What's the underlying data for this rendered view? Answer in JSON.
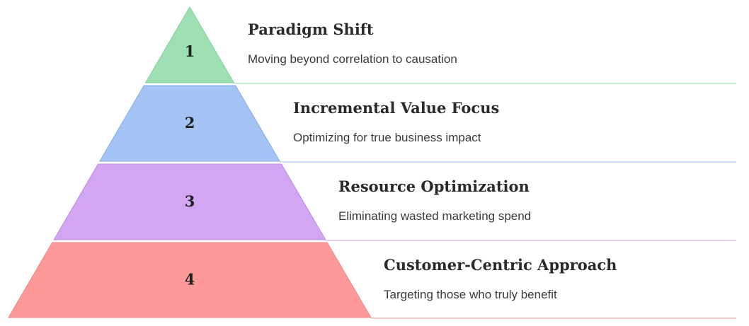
{
  "tiers": [
    {
      "number": "1",
      "title": "Paradigm Shift",
      "description": "Moving beyond correlation to causation",
      "fill": "#9ee0b4",
      "stroke": "#7fcf98",
      "divider": "#b7e6c6"
    },
    {
      "number": "2",
      "title": "Incremental Value Focus",
      "description": "Optimizing for true business impact",
      "fill": "#a3c3f4",
      "stroke": "#86abe6",
      "divider": "#bcd0f3"
    },
    {
      "number": "3",
      "title": "Resource Optimization",
      "description": "Eliminating wasted marketing spend",
      "fill": "#d3a6f3",
      "stroke": "#bd88e6",
      "divider": "#dcc3f2"
    },
    {
      "number": "4",
      "title": "Customer-Centric Approach",
      "description": "Targeting those who truly benefit",
      "fill": "#fd9a99",
      "stroke": "#ec8483",
      "divider": "#f3bebe"
    }
  ]
}
